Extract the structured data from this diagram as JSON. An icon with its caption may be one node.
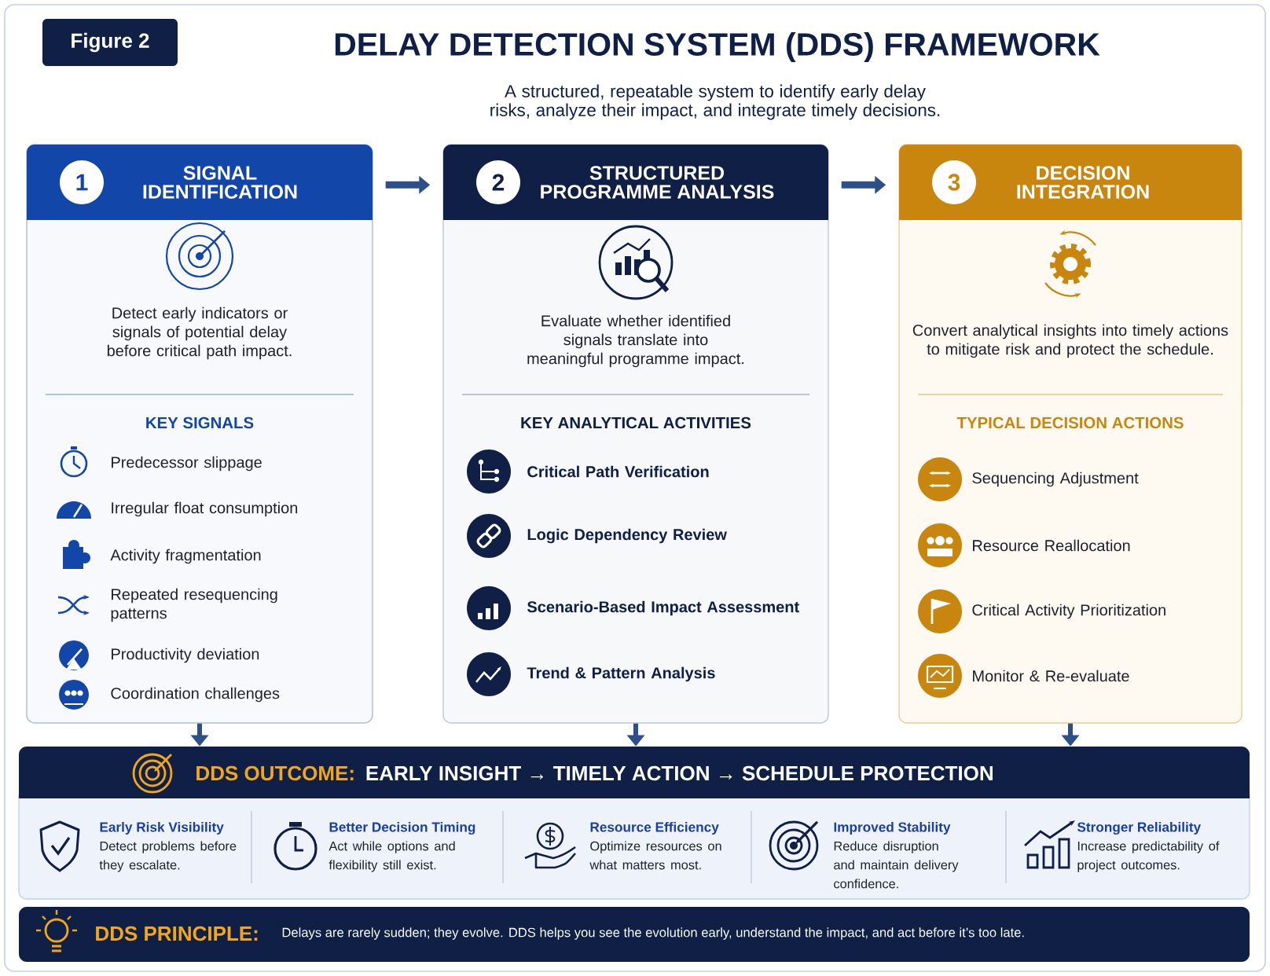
{
  "diagram": {
    "title": "DELAY DETECTION SYSTEM (DDS) FRAMEWORK",
    "nodes": [
      {
        "text": [
          "1",
          "SIGNAL IDENTIFICATION",
          "Detect early indicators or signals of potential delay before critical path impact.",
          "KEY SIGNALS",
          "Predecessor slippage",
          "Irregular float consumption",
          "Activity fragmentation",
          "Repeated resequencing patterns",
          "Productivity deviation",
          "Coordination challenges"
        ]
      },
      {
        "text": [
          "2",
          "STRUCTURED PROGRAMME ANALYSIS",
          "Evaluate whether identified signals translate into meaningful programme impact.",
          "KEY ANALYTICAL ACTIVITIES",
          "Critical Path Verification",
          "Logic Dependency Review",
          "Scenario-Based Impact Assessment",
          "Trend & Pattern Analysis"
        ]
      },
      {
        "text": [
          "3",
          "DECISION INTEGRATION",
          "Convert analytical insights into timely actions to mitigate risk and protect the schedule.",
          "TYPICAL DECISION ACTIONS",
          "Sequencing Adjustment",
          "Resource Reallocation",
          "Critical Activity Prioritization",
          "Monitor & Re-evaluate"
        ]
      },
      {
        "text": [
          "DDS OUTCOME:",
          "EARLY INSIGHT → TIMELY ACTION → SCHEDULE PROTECTION"
        ]
      },
      {
        "text": [],
        "shape": "box"
      },
      {
        "text": [
          "Early Risk Visibility",
          "Detect problems before they escalate."
        ],
        "in": 4
      },
      {
        "text": [
          "Better Decision Timing",
          "Act while options and flexibility still exist."
        ],
        "in": 4
      },
      {
        "text": [
          "Resource Efficiency",
          "Optimize resources on what matters most."
        ],
        "in": 4
      },
      {
        "text": [
          "Improved Stability",
          "Reduce disruption and maintain delivery confidence."
        ],
        "in": 4
      },
      {
        "text": [
          "Stronger Reliability",
          "Increase predictability of project outcomes."
        ],
        "in": 4
      },
      {
        "text": [
          "DDS PRINCIPLE:",
          "Delays are rarely sudden; they evolve.  DDS helps you see the evolution early, understand the impact, and act before it’s too late."
        ]
      }
    ],
    "edges": [
      {
        "from": 0,
        "to": 1,
        "arrow": "to"
      },
      {
        "from": 1,
        "to": 2,
        "arrow": "to"
      },
      {
        "from": 0,
        "to": 3,
        "arrow": "to"
      },
      {
        "from": 1,
        "to": 3,
        "arrow": "to"
      },
      {
        "from": 2,
        "to": 3,
        "arrow": "to"
      }
    ],
    "labels": [
      "Figure 2",
      "A structured, repeatable system to identify early delay risks, analyze their impact, and integrate timely decisions."
    ]
  }
}
